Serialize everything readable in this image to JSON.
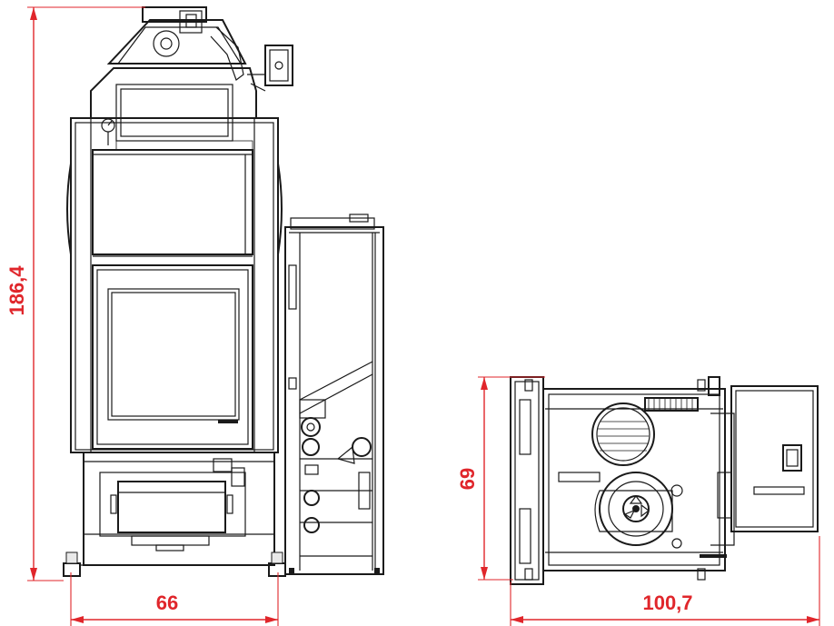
{
  "dimensions": {
    "height": "186,4",
    "front_width": "66",
    "depth": "69",
    "top_width": "100,7"
  },
  "colors": {
    "dimension": "#e0262b",
    "linework": "#1a1a1a",
    "background": "#ffffff"
  }
}
